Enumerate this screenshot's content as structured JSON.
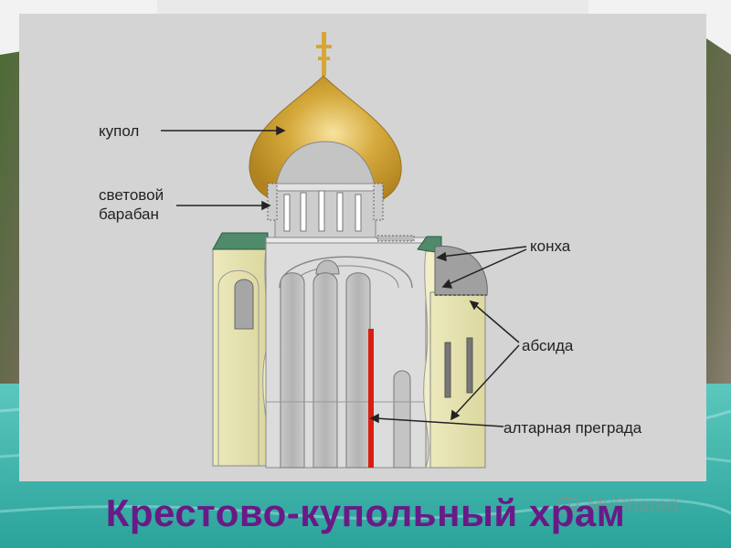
{
  "slide": {
    "title": "Крестово-купольный храм",
    "watermark": "MyShared"
  },
  "labels": {
    "dome": "купол",
    "drum_line1": "световой",
    "drum_line2": "барабан",
    "concha": "конха",
    "apse": "абсида",
    "altar_barrier": "алтарная преграда"
  },
  "colors": {
    "panel": "#d4d4d4",
    "dome_gold": "#c89b2a",
    "wall_yellow": "#e6e3b0",
    "column_gray": "#bdbdbd",
    "roof_green": "#4f8a6a",
    "altar_red": "#d81e10",
    "title_purple": "#6a1a86",
    "sea": "#3fb9b1"
  }
}
